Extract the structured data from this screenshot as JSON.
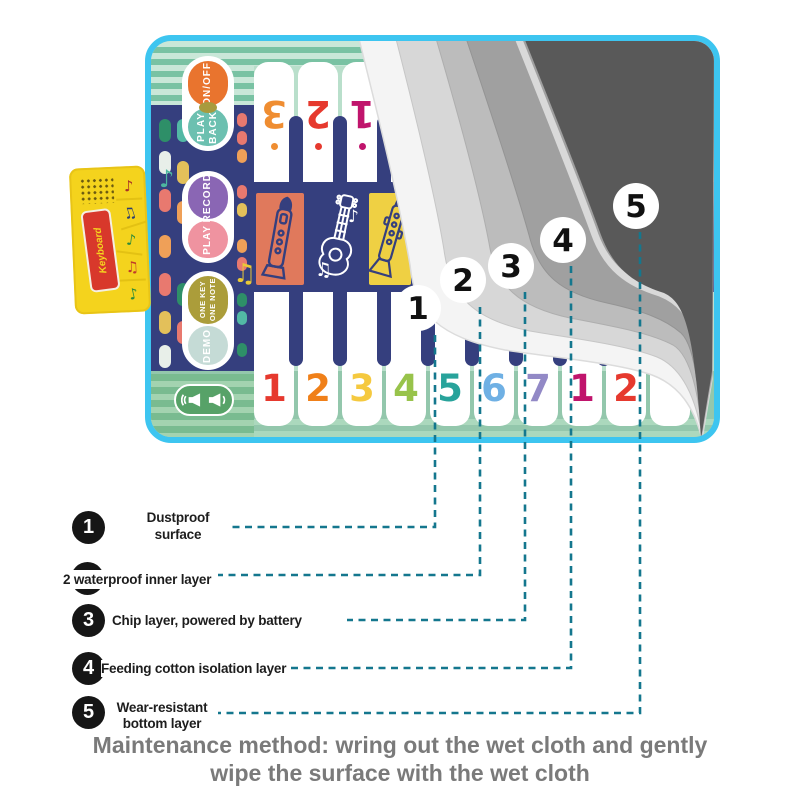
{
  "mat": {
    "controls": {
      "on_off": "ON/OFF",
      "play_back": "PLAY\nBACK",
      "record": "RECORD",
      "play": "PLAY",
      "one_key_one_note": "ONE KEY\nONE NOTE",
      "demo": "DEMO"
    },
    "top_keys": [
      {
        "num": "3"
      },
      {
        "num": "2"
      },
      {
        "num": "1"
      }
    ],
    "bottom_keys": [
      {
        "num": "1"
      },
      {
        "num": "2"
      },
      {
        "num": "3"
      },
      {
        "num": "4"
      },
      {
        "num": "5"
      },
      {
        "num": "6"
      },
      {
        "num": "7"
      },
      {
        "num": "1"
      },
      {
        "num": "2"
      }
    ],
    "instruments": [
      "recorder",
      "guitar",
      "clarinet"
    ],
    "device": {
      "label": "Keyboard"
    }
  },
  "icons": {
    "music_note": "♪",
    "music_notes": "♫"
  },
  "layers": {
    "markers": [
      {
        "num": "1"
      },
      {
        "num": "2"
      },
      {
        "num": "3"
      },
      {
        "num": "4"
      },
      {
        "num": "5"
      }
    ]
  },
  "callouts": [
    {
      "num": "1",
      "label": "Dustproof\nsurface"
    },
    {
      "num": "2",
      "label": "2 waterproof inner layer"
    },
    {
      "num": "3",
      "label": "Chip layer, powered by battery"
    },
    {
      "num": "4",
      "label": "Feeding cotton isolation layer"
    },
    {
      "num": "5",
      "label": "Wear-resistant\nbottom layer"
    }
  ],
  "footer": {
    "line1": "Maintenance method: wring out the wet cloth and gently",
    "line2": "wipe the surface with the wet cloth"
  },
  "colors": {
    "border": "#3dc5f0",
    "navy": "#353f7e",
    "mint": "#b9dfcb",
    "dashed_line": "#14778e",
    "dark_layer": "#595959",
    "badge": "#161616"
  }
}
